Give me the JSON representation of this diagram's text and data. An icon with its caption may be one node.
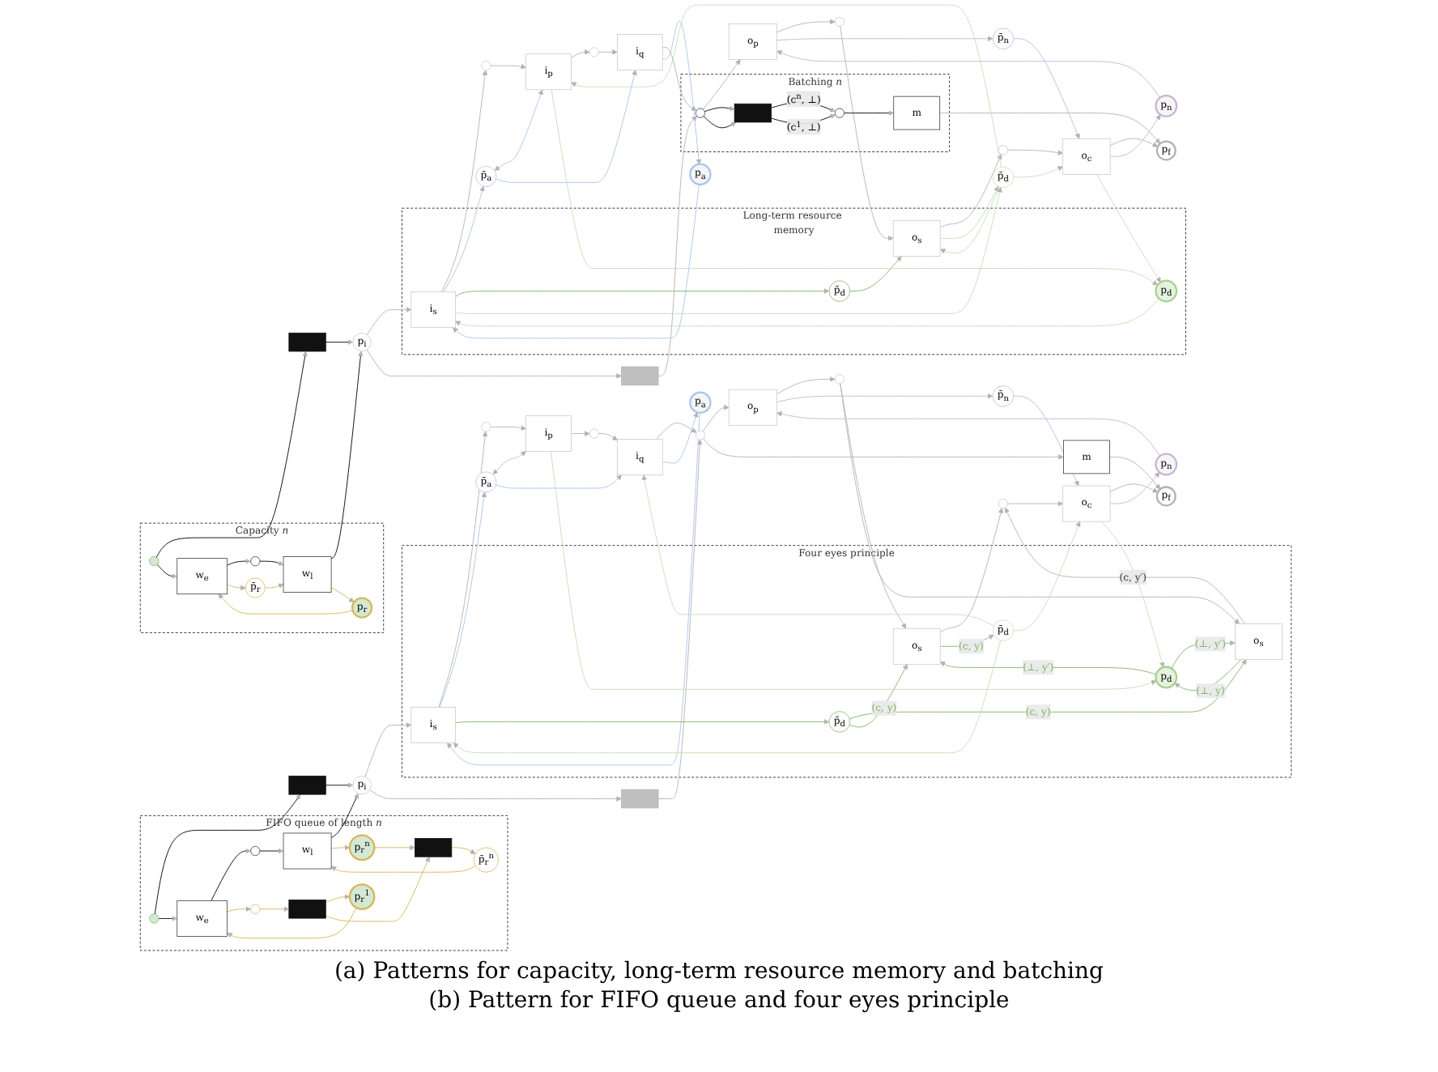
{
  "diagram": {
    "nodes": [
      {
        "text": [
          "Capacity *n*"
        ]
      },
      {
        "text": [],
        "shape": "circle",
        "in": 0
      },
      {
        "text": [],
        "shape": "box"
      },
      {
        "text": [
          "w$_{e}$"
        ],
        "in": 0
      },
      {
        "text": [],
        "shape": "circle",
        "in": 0
      },
      {
        "text": [
          "w$_{l}$"
        ],
        "in": 0
      },
      {
        "text": [
          "p$_{r}$"
        ],
        "in": 0
      },
      {
        "text": [
          "p̄$_{r}$"
        ],
        "in": 0
      },
      {
        "text": [
          "p$_{i}$"
        ]
      },
      {
        "text": [
          "Long-term resource memory"
        ]
      },
      {
        "text": [
          "i$_{s}$"
        ],
        "in": 9
      },
      {
        "text": [],
        "shape": "circle"
      },
      {
        "text": [
          "i$_{p}$"
        ]
      },
      {
        "text": [],
        "shape": "circle"
      },
      {
        "text": [
          "i$_{q}$"
        ]
      },
      {
        "text": [],
        "shape": "box"
      },
      {
        "text": [
          "p$_{a}$"
        ]
      },
      {
        "text": [
          "p̄$_{a}$"
        ]
      },
      {
        "text": [
          "Batching *n*"
        ]
      },
      {
        "text": [],
        "shape": "circle",
        "in": 18
      },
      {
        "text": [],
        "shape": "box",
        "in": 18
      },
      {
        "text": [],
        "shape": "circle",
        "in": 18
      },
      {
        "text": [
          "m"
        ],
        "in": 18
      },
      {
        "text": [
          "o$_{p}$"
        ]
      },
      {
        "text": [],
        "shape": "circle"
      },
      {
        "text": [
          "o$_{s}$"
        ],
        "in": 9
      },
      {
        "text": [],
        "shape": "circle"
      },
      {
        "text": [
          "o$_{c}$"
        ]
      },
      {
        "text": [
          "p$_{n}$"
        ]
      },
      {
        "text": [
          "p̄$_{n}$"
        ]
      },
      {
        "text": [
          "p$_{f}$"
        ]
      },
      {
        "text": [
          "p̄$_{d}$"
        ]
      },
      {
        "text": [
          "p$_{d}$"
        ],
        "in": 9
      },
      {
        "text": [
          "p̃$_{d}$"
        ],
        "in": 9
      },
      {
        "text": [
          "FIFO queue of length *n*"
        ]
      },
      {
        "text": [],
        "shape": "circle",
        "in": 34
      },
      {
        "text": [],
        "shape": "box"
      },
      {
        "text": [
          "w$_{e}$"
        ],
        "in": 34
      },
      {
        "text": [],
        "shape": "circle",
        "in": 34
      },
      {
        "text": [
          "w$_{l}$"
        ],
        "in": 34
      },
      {
        "text": [
          "p$_{r}$$^{1}$"
        ],
        "in": 34
      },
      {
        "text": [
          "p$_{r}$$^{n}$"
        ],
        "in": 34
      },
      {
        "text": [],
        "shape": "circle",
        "in": 34
      },
      {
        "text": [],
        "shape": "box",
        "in": 34
      },
      {
        "text": [],
        "shape": "box",
        "in": 34
      },
      {
        "text": [
          "p̄$_{r}$$^{n}$"
        ],
        "in": 34
      },
      {
        "text": [
          "p$_{i}$"
        ]
      },
      {
        "text": [
          "Four eyes principle"
        ]
      },
      {
        "text": [
          "i$_{s}$"
        ],
        "in": 47
      },
      {
        "text": [],
        "shape": "circle"
      },
      {
        "text": [
          "i$_{p}$"
        ]
      },
      {
        "text": [],
        "shape": "circle"
      },
      {
        "text": [
          "i$_{q}$"
        ]
      },
      {
        "text": [],
        "shape": "box"
      },
      {
        "text": [
          "p$_{a}$"
        ]
      },
      {
        "text": [
          "p̄$_{a}$"
        ]
      },
      {
        "text": [],
        "shape": "circle"
      },
      {
        "text": [
          "o$_{p}$"
        ]
      },
      {
        "text": [],
        "shape": "circle"
      },
      {
        "text": [
          "o$_{s}$"
        ],
        "in": 47
      },
      {
        "text": [
          "o$_{s}$"
        ],
        "in": 47
      },
      {
        "text": [],
        "shape": "circle"
      },
      {
        "text": [
          "o$_{c}$"
        ]
      },
      {
        "text": [
          "m"
        ]
      },
      {
        "text": [
          "p$_{n}$"
        ]
      },
      {
        "text": [
          "p̄$_{n}$"
        ]
      },
      {
        "text": [
          "p$_{f}$"
        ]
      },
      {
        "text": [
          "p̄$_{d}$"
        ],
        "in": 47
      },
      {
        "text": [
          "p$_{d}$"
        ],
        "in": 47
      },
      {
        "text": [
          "p̃$_{d}$"
        ],
        "in": 47
      }
    ],
    "edges": [
      {
        "from": 1,
        "to": 2,
        "arrow": "to",
        "color": "#000000"
      },
      {
        "from": 2,
        "to": 8,
        "arrow": "to",
        "color": "#000000"
      },
      {
        "from": 1,
        "to": 3,
        "arrow": "to",
        "color": "#000000"
      },
      {
        "from": 3,
        "to": 4,
        "arrow": "to",
        "color": "#000000"
      },
      {
        "from": 4,
        "to": 5,
        "arrow": "to",
        "color": "#000000"
      },
      {
        "from": 5,
        "to": 8,
        "arrow": "to",
        "color": "#000000"
      },
      {
        "from": 6,
        "to": 3,
        "arrow": "to",
        "color": "#d6b656"
      },
      {
        "from": 5,
        "to": 6,
        "arrow": "to",
        "color": "#d6b656"
      },
      {
        "from": 3,
        "to": 7,
        "arrow": "to",
        "color": "#d6b656"
      },
      {
        "from": 7,
        "to": 5,
        "arrow": "to",
        "color": "#d6b656"
      },
      {
        "from": 8,
        "to": 10,
        "arrow": "to"
      },
      {
        "from": 10,
        "to": 11,
        "arrow": "to"
      },
      {
        "from": 11,
        "to": 12,
        "arrow": "to"
      },
      {
        "from": 12,
        "to": 13,
        "arrow": "to"
      },
      {
        "from": 13,
        "to": 14,
        "arrow": "to"
      },
      {
        "from": 14,
        "to": 19,
        "arrow": "to"
      },
      {
        "from": 19,
        "to": 23,
        "arrow": "to"
      },
      {
        "from": 23,
        "to": 24,
        "arrow": "to"
      },
      {
        "from": 24,
        "to": 25,
        "arrow": "to"
      },
      {
        "from": 25,
        "to": 26,
        "arrow": "to"
      },
      {
        "from": 26,
        "to": 27,
        "arrow": "to"
      },
      {
        "from": 27,
        "to": 30,
        "arrow": "to"
      },
      {
        "from": 8,
        "to": 15,
        "arrow": "to"
      },
      {
        "from": 15,
        "to": 19,
        "arrow": "to"
      },
      {
        "from": 16,
        "to": 10,
        "arrow": "to",
        "color": "#a9c4eb"
      },
      {
        "from": 10,
        "to": 17,
        "arrow": "to",
        "color": "#a9c4eb"
      },
      {
        "from": 17,
        "to": 12,
        "arrow": "both",
        "color": "#a9c4eb"
      },
      {
        "from": 17,
        "to": 14,
        "arrow": "to",
        "color": "#a9c4eb"
      },
      {
        "from": 14,
        "to": 16,
        "arrow": "to",
        "color": "#a9c4eb"
      },
      {
        "from": 19,
        "to": 20,
        "arrow": "to",
        "color": "#000000"
      },
      {
        "from": 19,
        "to": 20,
        "arrow": "to",
        "color": "#000000"
      },
      {
        "from": 20,
        "to": 21,
        "arrow": "to",
        "label": "(c$^{n}$, ⊥)",
        "color": "#000000"
      },
      {
        "from": 20,
        "to": 21,
        "arrow": "to",
        "label": "(c$^{1}$, ⊥)",
        "color": "#000000"
      },
      {
        "from": 21,
        "to": 22,
        "arrow": "to",
        "color": "#000000"
      },
      {
        "from": 22,
        "to": 30,
        "arrow": "to"
      },
      {
        "from": 28,
        "to": 23,
        "arrow": "to",
        "color": "#c9b3d9"
      },
      {
        "from": 23,
        "to": 29,
        "arrow": "to",
        "color": "#c9b3d9"
      },
      {
        "from": 29,
        "to": 27,
        "arrow": "to",
        "color": "#c9b3d9"
      },
      {
        "from": 27,
        "to": 28,
        "arrow": "to",
        "color": "#c9b3d9"
      },
      {
        "from": 10,
        "to": 33,
        "arrow": "to",
        "color": "#82b366"
      },
      {
        "from": 33,
        "to": 25,
        "arrow": "to",
        "color": "#82b366"
      },
      {
        "from": 10,
        "to": 31,
        "arrow": "to",
        "color": "#c5dfb6"
      },
      {
        "from": 31,
        "to": 12,
        "arrow": "to",
        "color": "#c5dfb6"
      },
      {
        "from": 12,
        "to": 32,
        "arrow": "to",
        "color": "#c5dfb6"
      },
      {
        "from": 32,
        "to": 10,
        "arrow": "to",
        "color": "#c5dfb6"
      },
      {
        "from": 25,
        "to": 31,
        "arrow": "to",
        "color": "#c5dfb6"
      },
      {
        "from": 31,
        "to": 25,
        "arrow": "to",
        "color": "#c5dfb6"
      },
      {
        "from": 27,
        "to": 32,
        "arrow": "to",
        "color": "#c5dfb6"
      },
      {
        "from": 31,
        "to": 27,
        "arrow": "to",
        "color": "#c5dfb6"
      },
      {
        "from": 35,
        "to": 36,
        "arrow": "to",
        "color": "#000000"
      },
      {
        "from": 36,
        "to": 46,
        "arrow": "to",
        "color": "#000000"
      },
      {
        "from": 35,
        "to": 37,
        "arrow": "to",
        "color": "#000000"
      },
      {
        "from": 37,
        "to": 38,
        "arrow": "to",
        "color": "#000000"
      },
      {
        "from": 38,
        "to": 39,
        "arrow": "to",
        "color": "#000000"
      },
      {
        "from": 39,
        "to": 46,
        "arrow": "to",
        "color": "#000000"
      },
      {
        "from": 40,
        "to": 37,
        "arrow": "to",
        "color": "#d6b656"
      },
      {
        "from": 43,
        "to": 40,
        "arrow": "to",
        "color": "#d6b656"
      },
      {
        "from": 37,
        "to": 42,
        "arrow": "to",
        "color": "#d6b656"
      },
      {
        "from": 42,
        "to": 43,
        "arrow": "to",
        "color": "#d6b656"
      },
      {
        "from": 43,
        "to": 44,
        "arrow": "to",
        "color": "#d6b656"
      },
      {
        "from": 44,
        "to": 45,
        "arrow": "to",
        "color": "#d6b656"
      },
      {
        "from": 45,
        "to": 39,
        "arrow": "to",
        "color": "#d6b656"
      },
      {
        "from": 39,
        "to": 41,
        "arrow": "to",
        "color": "#d6b656"
      },
      {
        "from": 41,
        "to": 44,
        "arrow": "to",
        "color": "#d6b656"
      },
      {
        "from": 46,
        "to": 48,
        "arrow": "to"
      },
      {
        "from": 48,
        "to": 49,
        "arrow": "to"
      },
      {
        "from": 49,
        "to": 50,
        "arrow": "to"
      },
      {
        "from": 50,
        "to": 51,
        "arrow": "to"
      },
      {
        "from": 51,
        "to": 52,
        "arrow": "to"
      },
      {
        "from": 52,
        "to": 56,
        "arrow": "to"
      },
      {
        "from": 56,
        "to": 57,
        "arrow": "to"
      },
      {
        "from": 57,
        "to": 58,
        "arrow": "to"
      },
      {
        "from": 58,
        "to": 59,
        "arrow": "to"
      },
      {
        "from": 59,
        "to": 61,
        "arrow": "to"
      },
      {
        "from": 61,
        "to": 62,
        "arrow": "to"
      },
      {
        "from": 62,
        "to": 66,
        "arrow": "to"
      },
      {
        "from": 58,
        "to": 60,
        "arrow": "to"
      },
      {
        "from": 60,
        "to": 61,
        "arrow": "to",
        "label": "(c, y′)"
      },
      {
        "from": 46,
        "to": 53,
        "arrow": "to"
      },
      {
        "from": 53,
        "to": 56,
        "arrow": "to"
      },
      {
        "from": 56,
        "to": 63,
        "arrow": "to"
      },
      {
        "from": 63,
        "to": 66,
        "arrow": "to"
      },
      {
        "from": 54,
        "to": 48,
        "arrow": "to",
        "color": "#a9c4eb"
      },
      {
        "from": 48,
        "to": 55,
        "arrow": "to",
        "color": "#a9c4eb"
      },
      {
        "from": 55,
        "to": 50,
        "arrow": "both",
        "color": "#a9c4eb"
      },
      {
        "from": 55,
        "to": 52,
        "arrow": "to",
        "color": "#a9c4eb"
      },
      {
        "from": 52,
        "to": 54,
        "arrow": "to",
        "color": "#a9c4eb"
      },
      {
        "from": 64,
        "to": 57,
        "arrow": "to",
        "color": "#c9b3d9"
      },
      {
        "from": 57,
        "to": 65,
        "arrow": "to",
        "color": "#c9b3d9"
      },
      {
        "from": 65,
        "to": 62,
        "arrow": "to",
        "color": "#c9b3d9"
      },
      {
        "from": 62,
        "to": 64,
        "arrow": "to",
        "color": "#c9b3d9"
      },
      {
        "from": 48,
        "to": 69,
        "arrow": "to",
        "color": "#82b366"
      },
      {
        "from": 59,
        "to": 67,
        "arrow": "to",
        "label": "(c, y)",
        "color": "#82b366"
      },
      {
        "from": 68,
        "to": 59,
        "arrow": "to",
        "label": "(⊥, y′)",
        "color": "#82b366"
      },
      {
        "from": 68,
        "to": 60,
        "arrow": "to",
        "label": "(⊥, y′)",
        "color": "#82b366"
      },
      {
        "from": 60,
        "to": 68,
        "arrow": "to",
        "label": "(⊥, y)",
        "color": "#82b366"
      },
      {
        "from": 69,
        "to": 60,
        "arrow": "to",
        "label": "(c, y)",
        "color": "#82b366"
      },
      {
        "from": 69,
        "to": 59,
        "arrow": "to",
        "label": "(c, y)",
        "color": "#82b366"
      },
      {
        "from": 50,
        "to": 68,
        "arrow": "to",
        "color": "#c5dfb6"
      },
      {
        "from": 67,
        "to": 48,
        "arrow": "to",
        "color": "#c5dfb6"
      },
      {
        "from": 67,
        "to": 52,
        "arrow": "to",
        "color": "#c5dfb6"
      },
      {
        "from": 62,
        "to": 68,
        "arrow": "to",
        "color": "#c5dfb6"
      },
      {
        "from": 67,
        "to": 62,
        "arrow": "to",
        "color": "#c5dfb6"
      }
    ],
    "labels": [
      "(a) Patterns for capacity, long-term resource memory and batching",
      "(b) Pattern for FIFO queue and four eyes principle"
    ]
  }
}
